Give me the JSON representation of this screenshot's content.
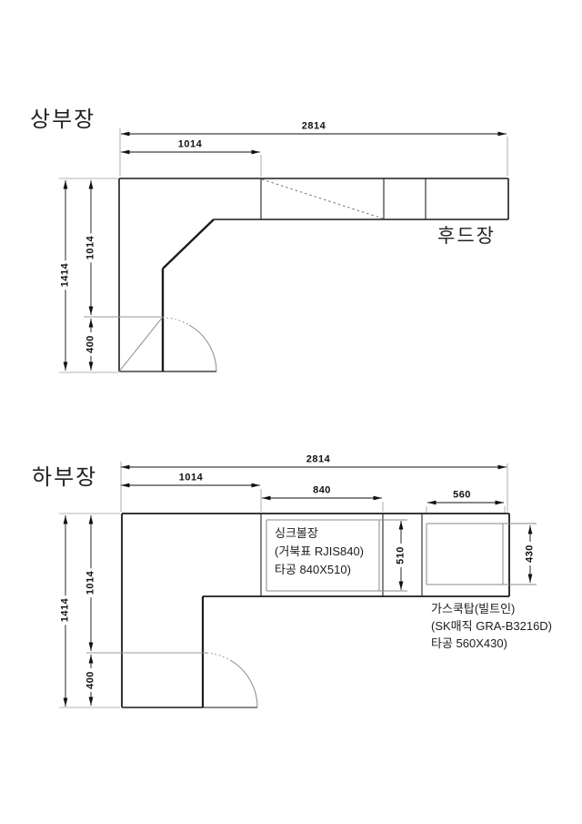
{
  "upper": {
    "title": "상부장",
    "hood_label": "후드장",
    "dim_total_width": "2814",
    "dim_left_width": "1014",
    "dim_total_depth": "1414",
    "dim_upper_depth": "1014",
    "dim_corner": "400"
  },
  "lower": {
    "title": "하부장",
    "dim_total_width": "2814",
    "dim_left_width": "1014",
    "dim_sink_width": "840",
    "dim_cooktop_width": "560",
    "dim_total_depth": "1414",
    "dim_upper_depth": "1014",
    "dim_corner": "400",
    "dim_sink_depth": "510",
    "dim_cooktop_depth": "430",
    "sink_note": [
      "싱크볼장",
      "(거북표 RJIS840)",
      "타공 840X510)"
    ],
    "cooktop_note": [
      "가스쿡탑(빌트인)",
      "(SK매직 GRA-B3216D)",
      "타공 560X430)"
    ]
  }
}
